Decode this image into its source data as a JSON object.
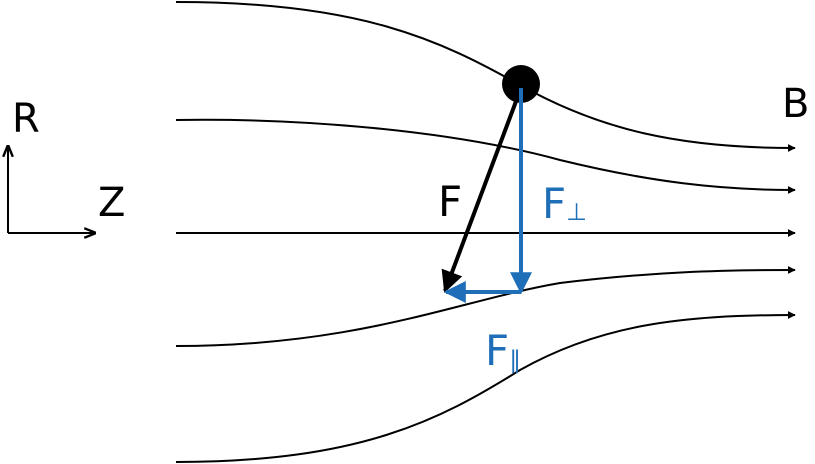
{
  "labels": {
    "axis_r": "R",
    "axis_z": "Z",
    "field": "B",
    "force": "F",
    "force_perp_main": "F",
    "force_perp_sub": "⊥",
    "force_par_main": "F",
    "force_par_sub": "∥"
  },
  "colors": {
    "line": "#000000",
    "component": "#1f6fb8"
  }
}
